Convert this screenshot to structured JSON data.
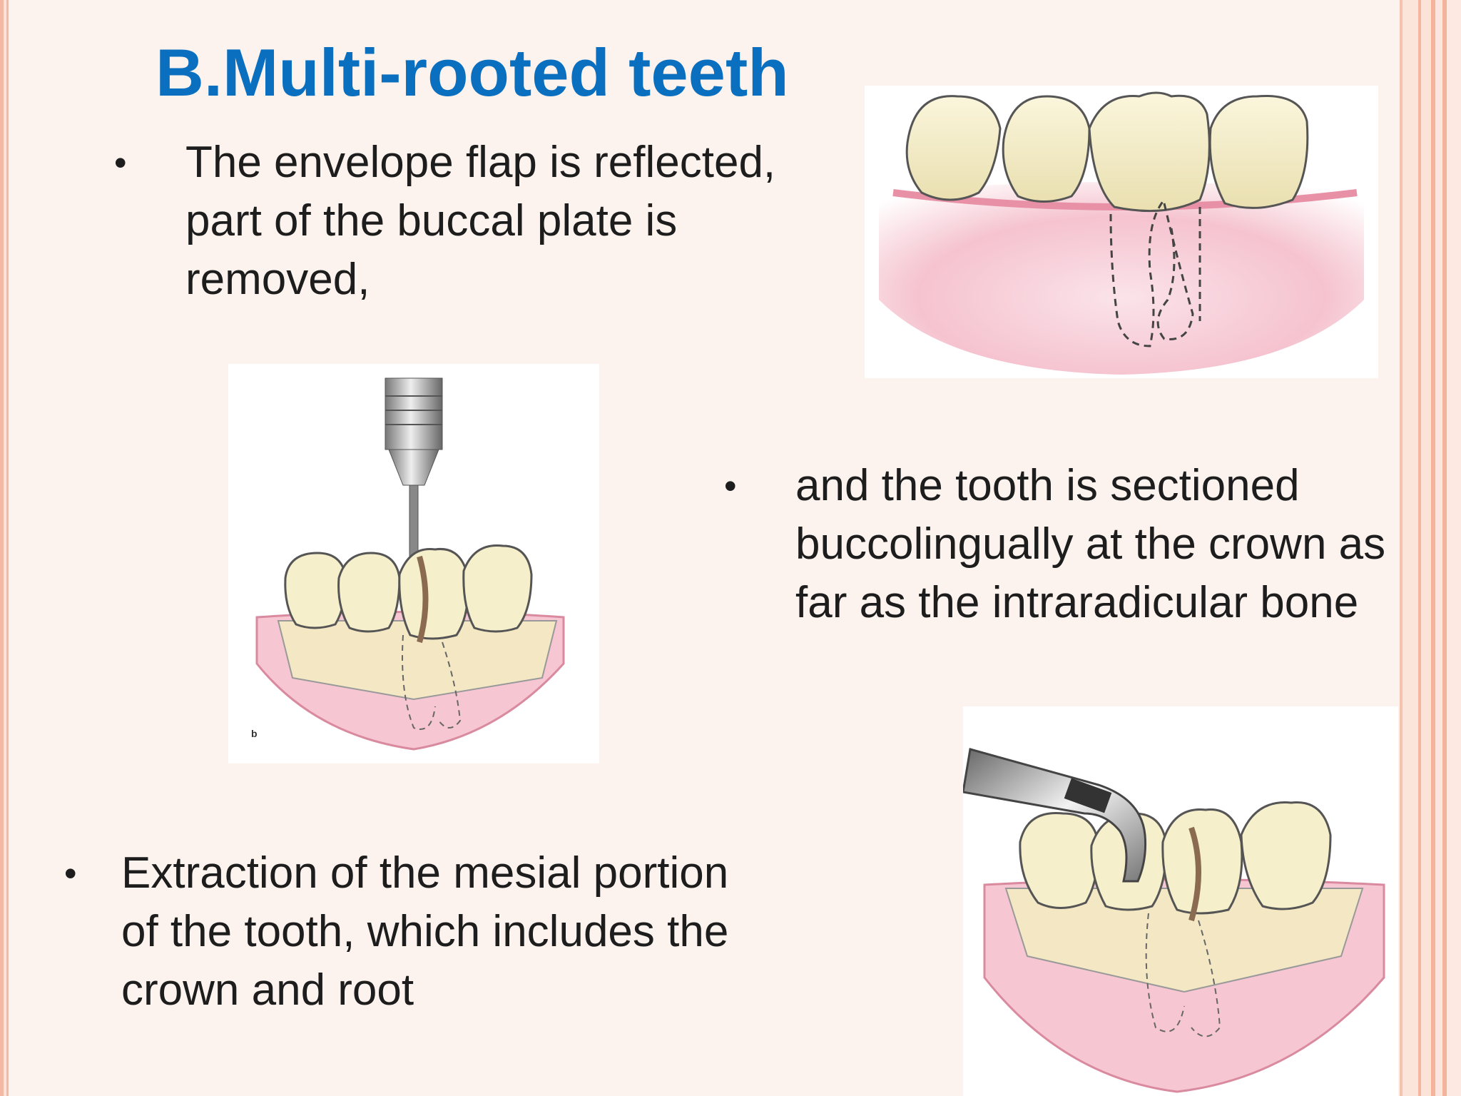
{
  "slide": {
    "title": "B.Multi-rooted teeth",
    "bullets": [
      "The envelope flap is reflected, part of the buccal plate is removed,",
      "and the tooth is sectioned buccolingually at the crown as far as the intraradicular bone",
      "Extraction of the mesial portion of the tooth, which includes the crown and root"
    ],
    "bullet_symbol": "•",
    "figure_b_caption": "b"
  },
  "colors": {
    "title": "#0a6fbf",
    "text": "#1d1d1d",
    "background": "#fdf3ee",
    "frame": "#f4b9a2",
    "gum": "#f3b6c4",
    "tooth": "#f6efcb"
  },
  "icons": [
    "tooth-illustration",
    "drill-illustration",
    "forceps-illustration"
  ]
}
